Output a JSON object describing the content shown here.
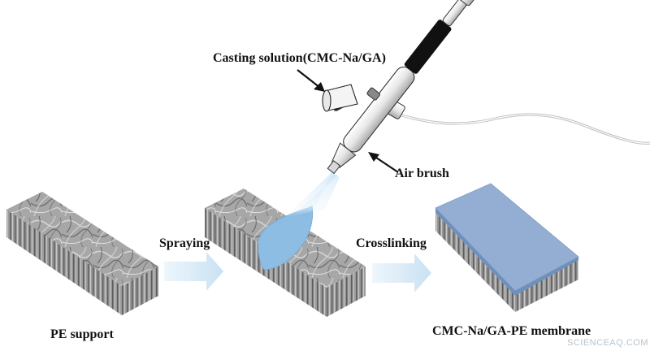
{
  "labels": {
    "casting_solution": "Casting solution(CMC-Na/GA)",
    "air_brush": "Air brush",
    "spraying": "Spraying",
    "crosslinking": "Crosslinking",
    "pe_support": "PE support",
    "product": "CMC-Na/GA-PE membrane"
  },
  "watermark": "SCIENCEAQ.COM",
  "colors": {
    "fiber_surface": "#a6a6a6",
    "membrane_coating": "#93aed2",
    "sprayed_solution": "#8ebde3",
    "process_arrow": "#d8eaf7",
    "airbrush_body": "#f0f0f0",
    "airbrush_tip": "#111111"
  }
}
